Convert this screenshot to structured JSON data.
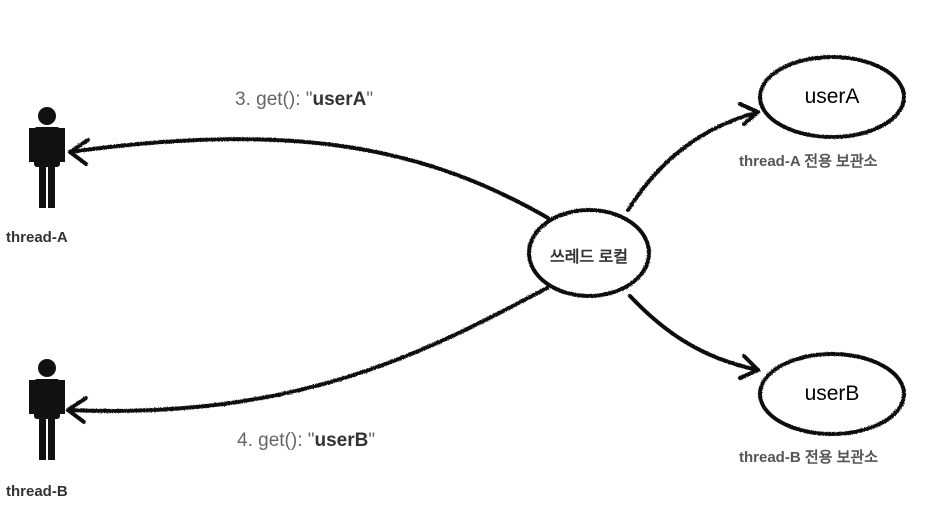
{
  "colors": {
    "stroke": "#111111",
    "label_dark": "#333333",
    "label_gray": "#555555",
    "call_gray": "#666666",
    "call_bold": "#333333"
  },
  "threads": {
    "a": {
      "label": "thread-A"
    },
    "b": {
      "label": "thread-B"
    }
  },
  "thread_local": {
    "label": "쓰레드 로컬"
  },
  "stores": {
    "a": {
      "value": "userA",
      "caption": "thread-A 전용 보관소"
    },
    "b": {
      "value": "userB",
      "caption": "thread-B 전용 보관소"
    }
  },
  "calls": {
    "a": {
      "prefix": "3. get(): \"",
      "value": "userA",
      "suffix": "\""
    },
    "b": {
      "prefix": "4. get(): \"",
      "value": "userB",
      "suffix": "\""
    }
  },
  "icons": {
    "person_a": "person-icon",
    "person_b": "person-icon"
  }
}
